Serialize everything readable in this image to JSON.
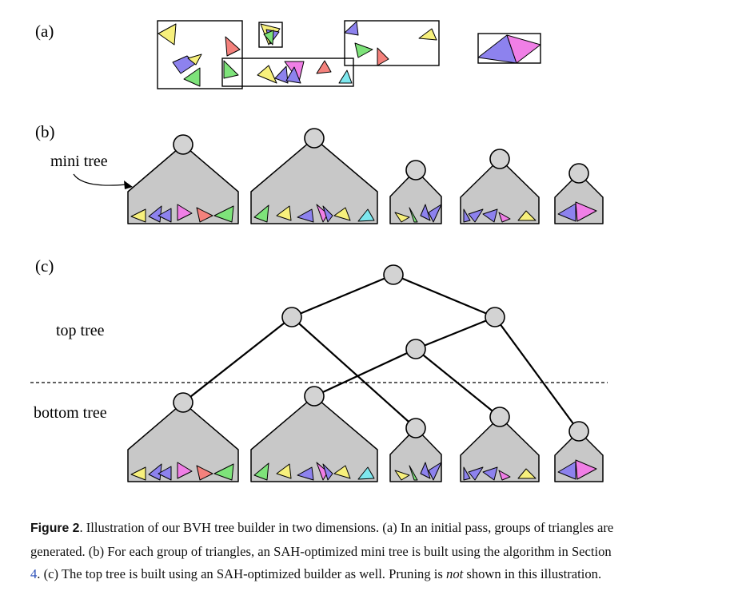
{
  "panels": {
    "a": "(a)",
    "b": "(b)",
    "c": "(c)"
  },
  "labels": {
    "mini_tree": "mini tree",
    "top_tree": "top tree",
    "bottom_tree": "bottom tree"
  },
  "colors": {
    "yellow": "#f7f07c",
    "purple": "#8d82ee",
    "red": "#f4817c",
    "green": "#7ee37a",
    "magenta": "#f07fe6",
    "cyan": "#7de7ee",
    "node": "#d3d3d3",
    "subtree": "#c8c8c8"
  },
  "caption": {
    "label": "Figure 2",
    "sep": ". ",
    "text_1": "Illustration of our BVH tree builder in two dimensions. (a) In an initial pass, groups of triangles are generated. (b) For each group of triangles, an SAH-optimized mini tree is built using the algorithm in Section ",
    "ref": "4",
    "text_2": ". (c) The top tree is built using an SAH-optimized builder as well. Pruning is ",
    "emph": "not",
    "text_3": " shown in this illustration."
  }
}
